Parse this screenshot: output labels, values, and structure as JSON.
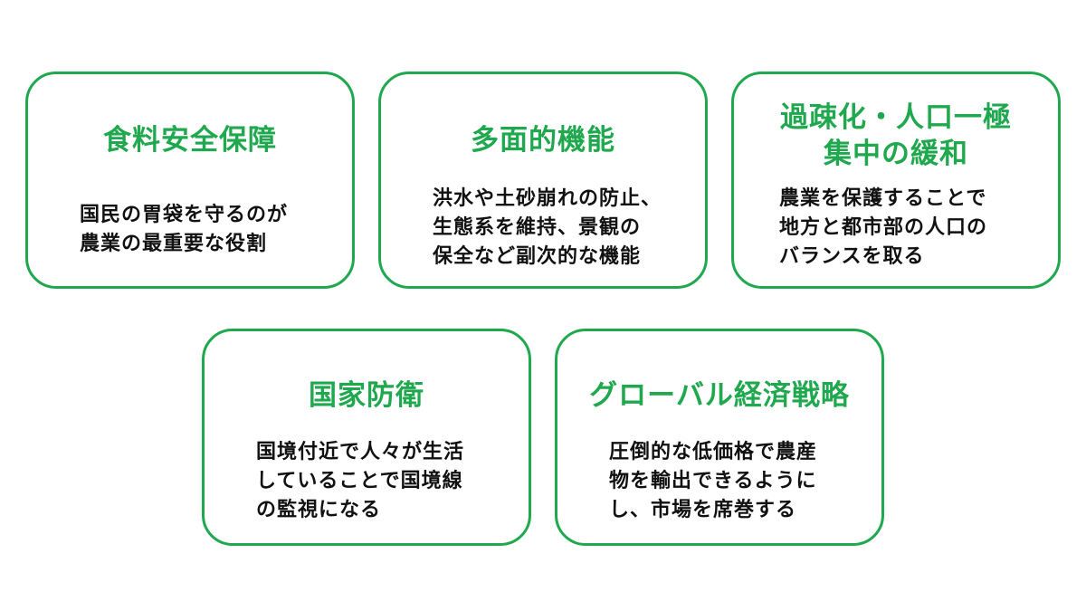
{
  "cards": [
    {
      "title": "食料安全保障",
      "body": "国民の胃袋を守るのが\n農業の最重要な役割"
    },
    {
      "title": "多面的機能",
      "body": "洪水や土砂崩れの防止、\n生態系を維持、景観の\n保全など副次的な機能"
    },
    {
      "title": "過疎化・人口一極\n集中の緩和",
      "body": "農業を保護することで\n地方と都市部の人口の\nバランスを取る"
    },
    {
      "title": "国家防衛",
      "body": "国境付近で人々が生活\nしていることで国境線\nの監視になる"
    },
    {
      "title": "グローバル経済戦略",
      "body": "圧倒的な低価格で農産\n物を輸出できるように\nし、市場を席巻する"
    }
  ],
  "colors": {
    "accent": "#1fa84e",
    "text": "#111111",
    "background": "#ffffff"
  }
}
